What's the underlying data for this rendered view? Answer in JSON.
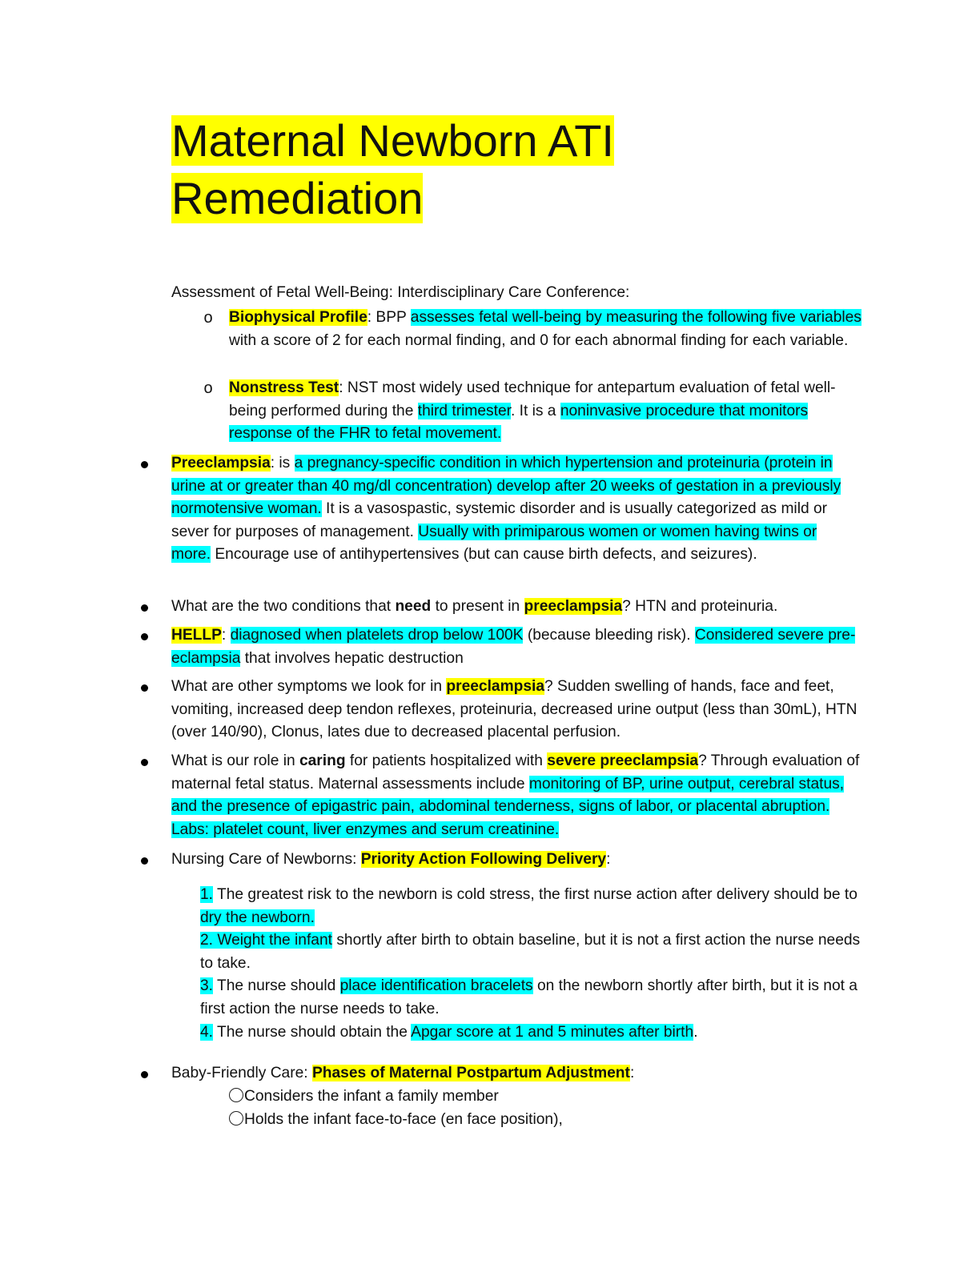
{
  "document": {
    "title_line1": "Maternal Newborn ATI",
    "title_line2": "Remediation",
    "intro": "Assessment of Fetal Well-Being: Interdisciplinary Care Conference:",
    "sub_items": [
      {
        "marker": "o",
        "term": "Biophysical Profile",
        "t1": ": BPP ",
        "hl1": "assesses fetal well-being by measuring the following five variables",
        "t2": " with a score of 2 for each normal finding, and 0 for each abnormal finding for each variable."
      },
      {
        "marker": "o",
        "term": "Nonstress Test",
        "t1": ": NST most widely used technique for antepartum evaluation of fetal well-being performed during the ",
        "hl1": "third trimester",
        "t2": ". It is a ",
        "hl2": "noninvasive procedure that monitors response of the FHR to fetal movement."
      }
    ],
    "preeclampsia": {
      "term": "Preeclampsia",
      "t1": ": is ",
      "hl1": "a pregnancy-specific condition in which hypertension and proteinuria (protein in urine at or greater than 40 mg/dl concentration) develop after 20 weeks of gestation in a previously normotensive woman.",
      "t2": " It is a vasospastic, systemic disorder and is usually categorized as mild or sever for purposes of management. ",
      "hl2": "Usually with primiparous women or women having twins or more.",
      "t3": " Encourage use of antihypertensives (but can cause birth defects, and seizures)."
    },
    "two_conditions": {
      "t1": "What are the two conditions that ",
      "bold": "need",
      "t2": " to present in ",
      "term": "preeclampsia",
      "t3": "? HTN and proteinuria."
    },
    "hellp": {
      "term": "HELLP",
      "t1": ": ",
      "hl1": "diagnosed when platelets drop below 100K",
      "t2": " (because bleeding risk). ",
      "hl2": "Considered severe pre-eclampsia",
      "t3": " that involves hepatic destruction"
    },
    "other_symptoms": {
      "t1": "What are other symptoms we look for in ",
      "term": "preeclampsia",
      "t2": "? Sudden swelling of hands, face and feet, vomiting, increased deep tendon reflexes, proteinuria, decreased urine output (less than 30mL), HTN (over 140/90), Clonus, lates due to decreased placental perfusion."
    },
    "our_role": {
      "t1": "What is our role in ",
      "bold": "caring",
      "t2": " for patients hospitalized with ",
      "term": "severe preeclampsia",
      "t3": "? Through evaluation of maternal fetal status. Maternal assessments include ",
      "hl1": "monitoring of BP, urine output, cerebral status, and the presence of epigastric pain, abdominal tenderness, signs of labor, or placental abruption. Labs: platelet count, liver enzymes and serum creatinine."
    },
    "newborns": {
      "t1": "Nursing Care of Newborns: ",
      "term": "Priority Action Following Delivery",
      "t2": ":"
    },
    "priority_steps": [
      {
        "num": "1.",
        "t1": " The greatest risk to the newborn is cold stress, the first nurse action after delivery should be to ",
        "hl": "dry the newborn.",
        "t2": ""
      },
      {
        "num": "2. Weight the infant",
        "t1": " shortly after birth to obtain baseline, but it is not a first action the nurse needs to take.",
        "hl": "",
        "t2": ""
      },
      {
        "num": "3.",
        "t1": " The nurse should ",
        "hl": "place identification bracelets",
        "t2": " on the newborn shortly after birth, but it is not a first action the nurse needs to take."
      },
      {
        "num": "4.",
        "t1": " The nurse should obtain the ",
        "hl": "Apgar score at 1 and 5 minutes after birth",
        "t2": "."
      }
    ],
    "baby_friendly": {
      "t1": "Baby-Friendly Care: ",
      "term": "Phases of Maternal Postpartum Adjustment",
      "t2": ":"
    },
    "adjustment_items": [
      "Considers the infant a family member",
      "Holds the infant face-to-face (en face position),"
    ]
  }
}
